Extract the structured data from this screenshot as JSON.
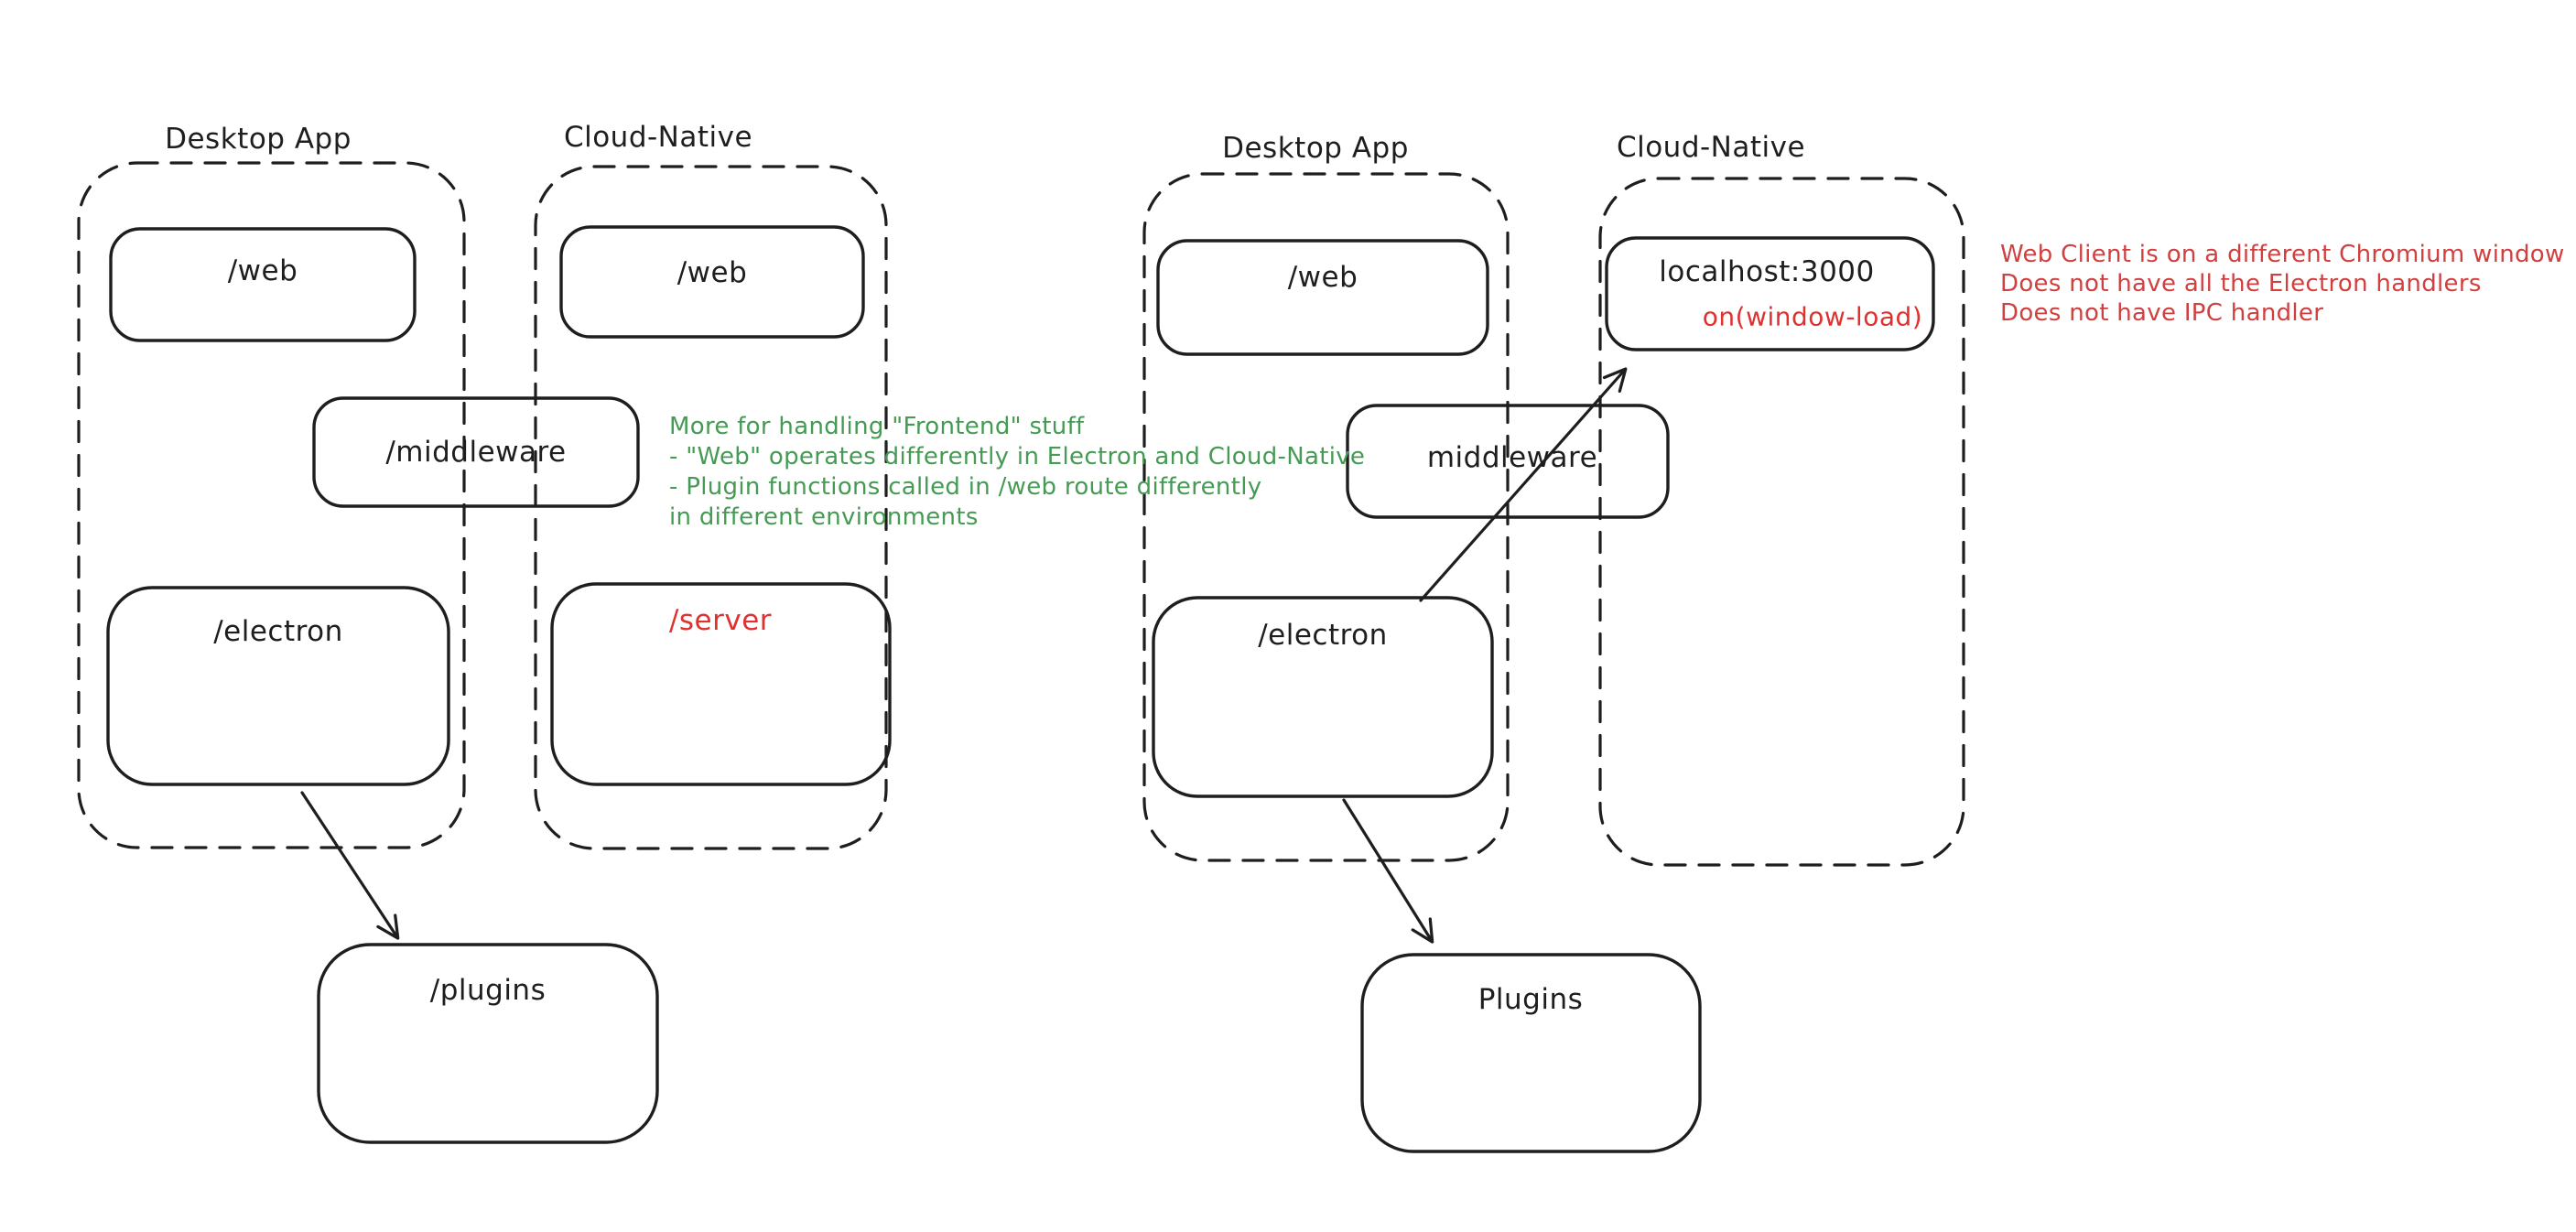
{
  "colors": {
    "stroke": "#1e1e1e",
    "green_note": "#459b53",
    "red_note": "#d13f3f",
    "red_label": "#e03131",
    "background": "#ffffff"
  },
  "left_diagram": {
    "desktop_title": "Desktop App",
    "cloud_title": "Cloud-Native",
    "desktop_web_label": "/web",
    "cloud_web_label": "/web",
    "middleware_label": "/middleware",
    "electron_label": "/electron",
    "server_label": "/server",
    "plugins_label": "/plugins"
  },
  "right_diagram": {
    "desktop_title": "Desktop App",
    "cloud_title": "Cloud-Native",
    "desktop_web_label": "/web",
    "middleware_label": "middleware",
    "electron_label": "/electron",
    "localhost_label": "localhost:3000",
    "window_load_label": "on(window-load)",
    "plugins_label": "Plugins"
  },
  "green_note": {
    "lines": [
      "More for handling \"Frontend\" stuff",
      "- \"Web\" operates differently in Electron and Cloud-Native",
      "- Plugin functions called in /web route differently",
      "in different environments"
    ]
  },
  "red_note": {
    "lines": [
      "Web Client is on a different Chromium window",
      "Does not have all the Electron handlers",
      "Does not have IPC handler"
    ]
  }
}
